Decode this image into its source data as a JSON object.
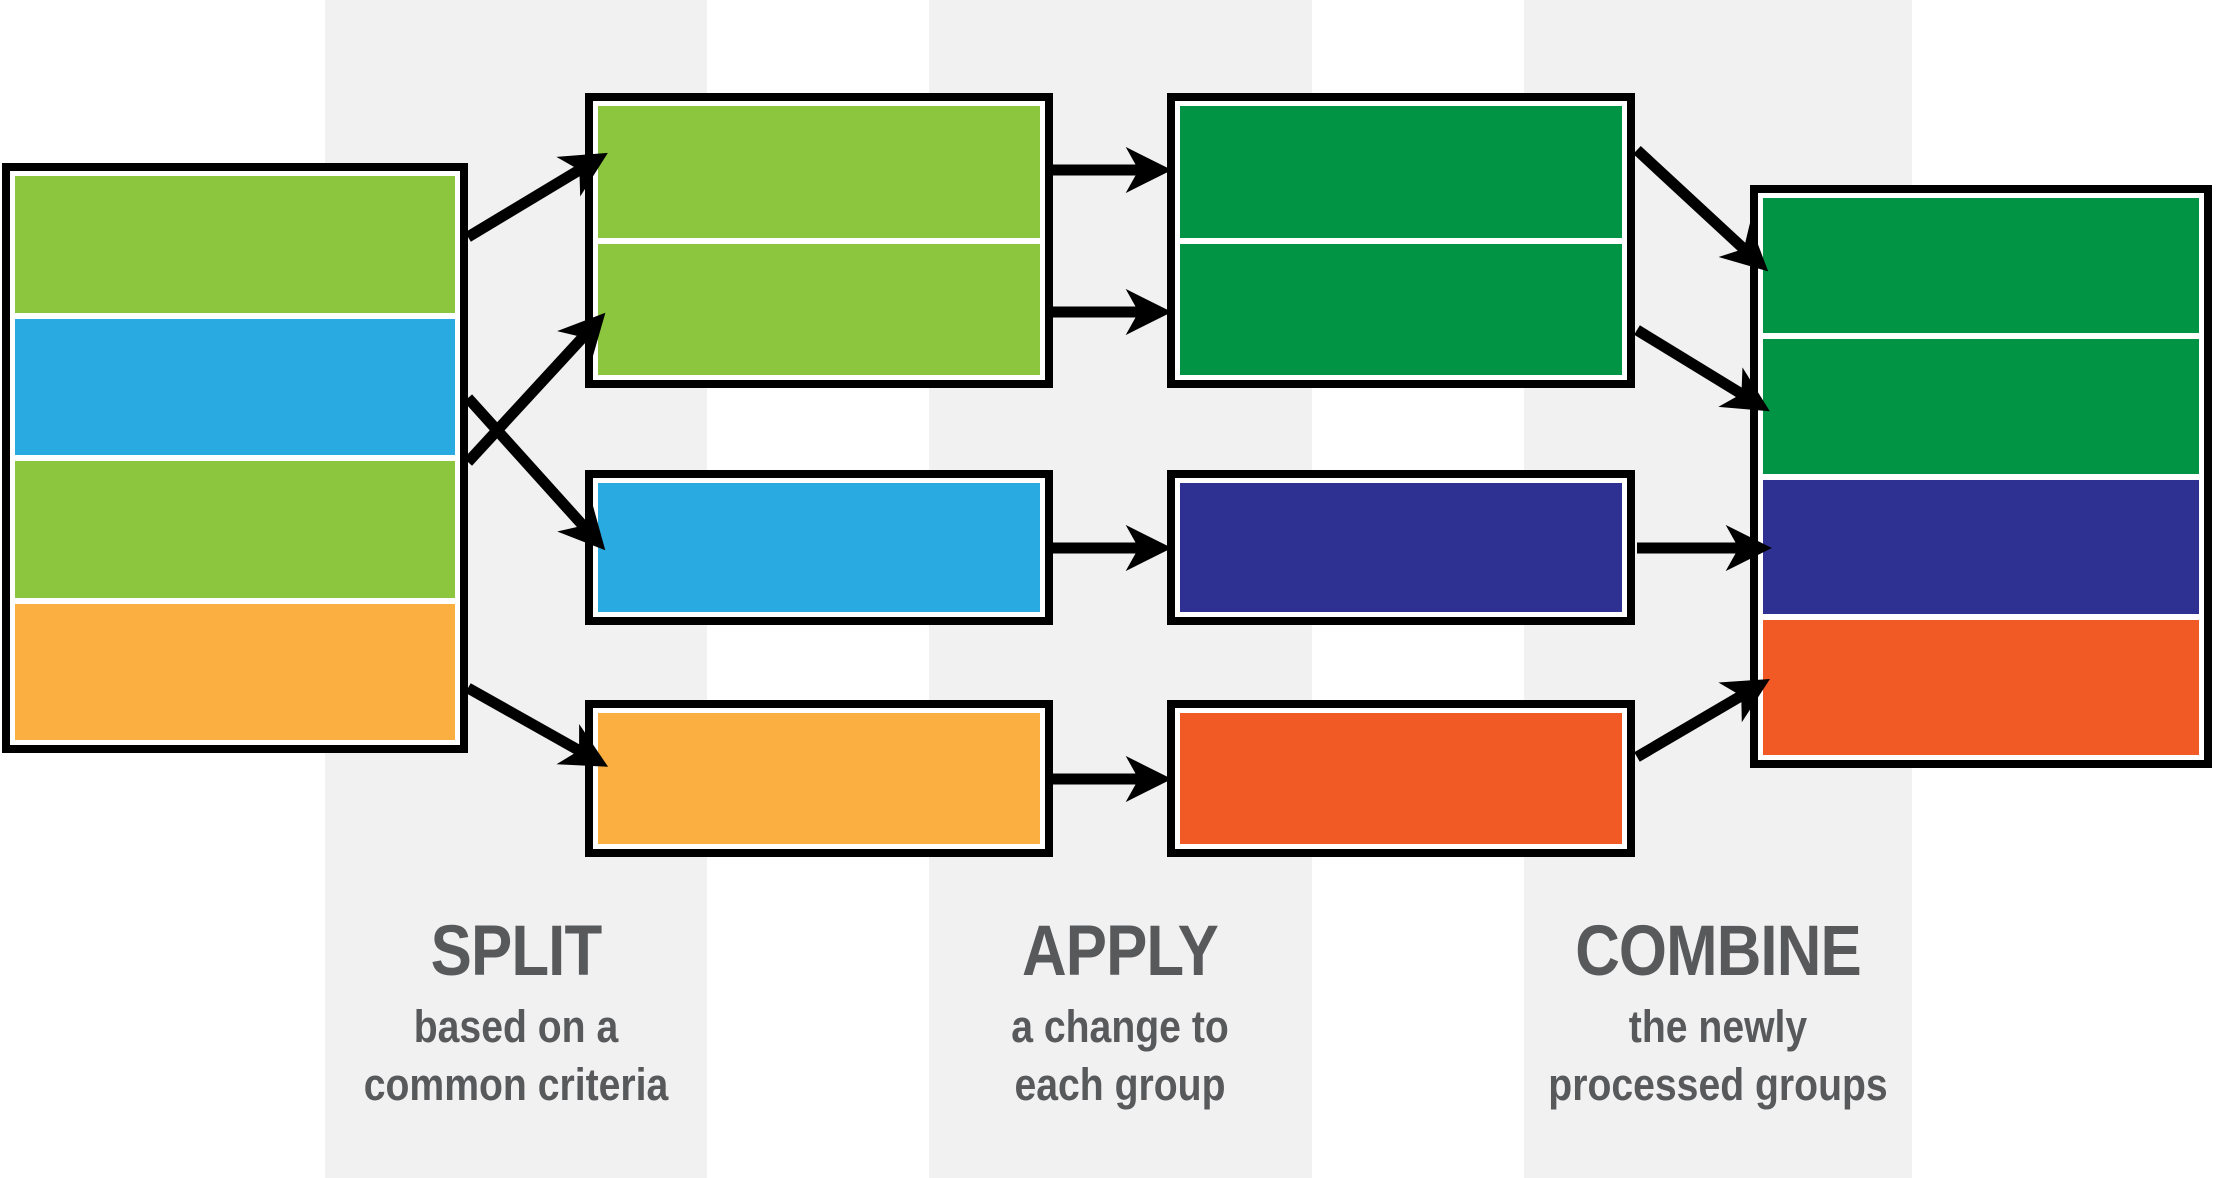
{
  "background": {
    "band_color": "#f1f1f2",
    "band_count": 3
  },
  "colors": {
    "light_green": "#8cc63f",
    "cyan": "#29abe2",
    "orange": "#faaf40",
    "dark_green": "#009444",
    "navy": "#2e3192",
    "red_orange": "#f15a24",
    "arrow_black": "#000000",
    "label_gray": "#58595b"
  },
  "stages": {
    "split": {
      "title": "SPLIT",
      "line1": "based on a",
      "line2": "common criteria"
    },
    "apply": {
      "title": "APPLY",
      "line1": "a change to",
      "line2": "each group"
    },
    "combine": {
      "title": "COMBINE",
      "line1": "the newly",
      "line2": "processed groups"
    }
  },
  "diagram": {
    "source_table_segments": [
      "light_green",
      "cyan",
      "light_green",
      "orange"
    ],
    "split_groups": [
      {
        "name": "group-a",
        "segments": [
          "light_green",
          "light_green"
        ]
      },
      {
        "name": "group-b",
        "segments": [
          "cyan"
        ]
      },
      {
        "name": "group-c",
        "segments": [
          "orange"
        ]
      }
    ],
    "processed_groups": [
      {
        "name": "processed-a",
        "segments": [
          "dark_green",
          "dark_green"
        ]
      },
      {
        "name": "processed-b",
        "segments": [
          "navy"
        ]
      },
      {
        "name": "processed-c",
        "segments": [
          "red_orange"
        ]
      }
    ],
    "result_table_segments": [
      "dark_green",
      "dark_green",
      "navy",
      "red_orange"
    ],
    "connections": [
      {
        "stage": "split",
        "from": "source-segment-1",
        "to": "group-a-segment-1"
      },
      {
        "stage": "split",
        "from": "source-segment-3",
        "to": "group-a-segment-2"
      },
      {
        "stage": "split",
        "from": "source-segment-2",
        "to": "group-b-segment-1"
      },
      {
        "stage": "split",
        "from": "source-segment-4",
        "to": "group-c-segment-1"
      },
      {
        "stage": "apply",
        "from": "group-a-segment-1",
        "to": "processed-a-segment-1"
      },
      {
        "stage": "apply",
        "from": "group-a-segment-2",
        "to": "processed-a-segment-2"
      },
      {
        "stage": "apply",
        "from": "group-b-segment-1",
        "to": "processed-b-segment-1"
      },
      {
        "stage": "apply",
        "from": "group-c-segment-1",
        "to": "processed-c-segment-1"
      },
      {
        "stage": "combine",
        "from": "processed-a-segment-1",
        "to": "result-segment-1"
      },
      {
        "stage": "combine",
        "from": "processed-a-segment-2",
        "to": "result-segment-2"
      },
      {
        "stage": "combine",
        "from": "processed-b-segment-1",
        "to": "result-segment-3"
      },
      {
        "stage": "combine",
        "from": "processed-c-segment-1",
        "to": "result-segment-4"
      }
    ]
  }
}
